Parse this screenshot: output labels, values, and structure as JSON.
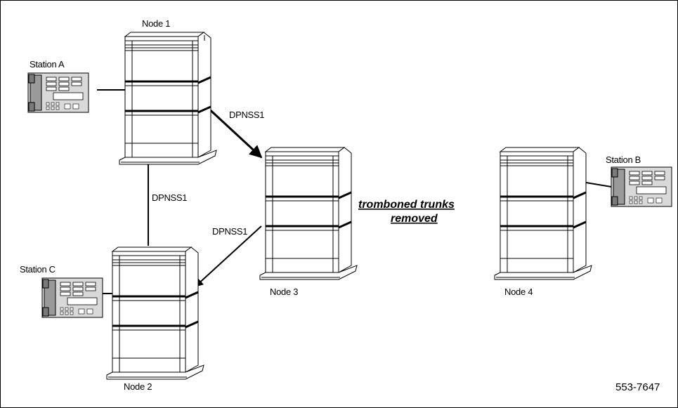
{
  "nodes": {
    "node1": "Node 1",
    "node2": "Node 2",
    "node3": "Node 3",
    "node4": "Node 4"
  },
  "stations": {
    "a": "Station A",
    "b": "Station B",
    "c": "Station C"
  },
  "links": {
    "n1_n3": "DPNSS1",
    "n1_n2": "DPNSS1",
    "n3_n2": "DPNSS1"
  },
  "annotation": {
    "line1": "tromboned trunks",
    "line2": "removed"
  },
  "figure_id": "553-7647"
}
